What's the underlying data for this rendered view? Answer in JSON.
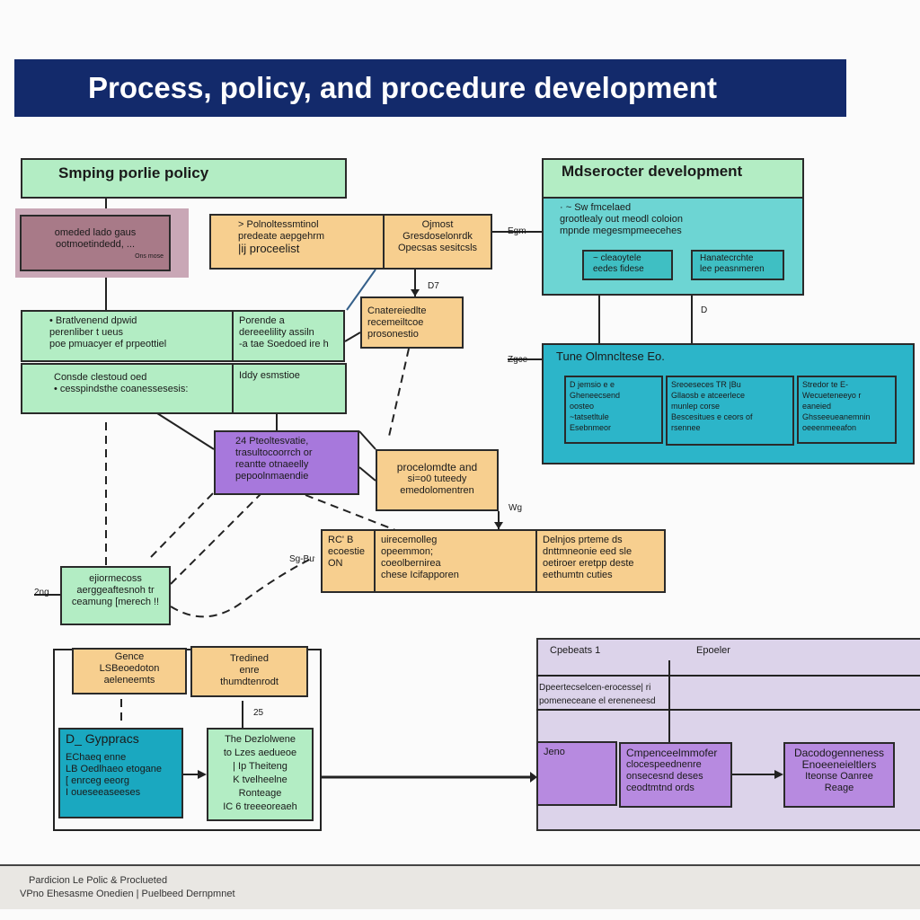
{
  "title": "Process, policy, and procedure development",
  "colors": {
    "title_bar": "#132a6b",
    "green": "#b3edc4",
    "orange": "#f7cf8f",
    "purple": "#a778dc",
    "teal": "#2cb5c9",
    "mauve": "#a87a88"
  },
  "boxes": {
    "policy_header": "Smping porlie policy",
    "mauve": [
      "omeded lado gaus",
      "ootmoetindedd, ...",
      "Ons mose"
    ],
    "orange_top_left": [
      "> Polnoltessmtinol",
      "predeate aepgehrm",
      "|ij proceelist"
    ],
    "orange_top_right": [
      "Ojmost",
      "Gresdoselonrdk",
      "Opecsas sesitcsls"
    ],
    "green_mid_left": [
      "• Bratlvenend dpwid",
      "perenliber t ueus",
      "poe pmuacyer ef prpeottiel"
    ],
    "green_mid_right": [
      "Porende a",
      "dereeelility assiln",
      "-a tae Soedoed ire h"
    ],
    "green_low_left": [
      "Consde clestoud oed",
      "• cesspindsthe coanessesesis:"
    ],
    "green_low_right": "Iddy esmstioe",
    "orange_small": [
      "Cnatereiedlte",
      "recemeiltcoe",
      "prosonestio"
    ],
    "purple_mid": [
      "24 Pteoltesvatie,",
      "trasultocoorrch or",
      "reantte otnaeelly",
      "pepoolnmaendie"
    ],
    "orange_mid": [
      "procelomdte and",
      "si=o0 tuteedy",
      "emedolomentren"
    ],
    "orange_wide_a": [
      "RC'  B",
      "ecoestie",
      "ON"
    ],
    "orange_wide_b": [
      "uirecemolleg",
      "opeemmon;",
      "coeolbernirea",
      "chese Icifapporen"
    ],
    "orange_wide_c": [
      "Delnjos prteme ds",
      "dnttmneonie eed sle",
      "oetiroer eretpp deste",
      "eethumtn cuties"
    ],
    "green_small": [
      "ejiormecoss",
      "aerggeaftesnoh tr",
      "ceamung [merech !!"
    ],
    "dev_header": "Mdserocter development",
    "dev_body": [
      "· ~ Sw fmcelaed",
      "grootlealy out meodl coloion",
      "mpnde megesmpmeecehes"
    ],
    "dev_inner": [
      [
        "~ cleaoytele",
        "eedes  fidese"
      ],
      [
        "Hanatecrchte",
        "lee peasnmeren"
      ]
    ],
    "teal_header": "Tune Olmncltese  Eo.",
    "teal_inner": [
      [
        "D jemsio e e",
        "Gheneecsend",
        "oosteo",
        "~tatsetltule",
        "Esebnmeor"
      ],
      [
        "Sreoeseces TR  |Bu",
        "Gllaosb e atceerlece",
        "munlep corse",
        "Bescesitues e ceors of",
        "rsennee"
      ],
      [
        "Stredor te E-",
        "Wecueteneeyo r",
        "eaneied",
        "Ghsseeueanemnin",
        "oeeenmeeafon"
      ]
    ],
    "bl_orange_1": [
      "Gence",
      "LSBeoedoton",
      "aeleneemts"
    ],
    "bl_orange_2": [
      "Tredined",
      "enre",
      "thumdtenrodt"
    ],
    "bl_teal": [
      "D_ Gyppracs",
      "EChaeq enne",
      "LB Oedlhaeo etogane",
      "[ enrceg eeorg",
      "I oueseeaseeses"
    ],
    "bl_green": [
      "The Dezlolwene",
      "to Lzes aedueoe",
      "| Ip Theiteng",
      "K tvelheelne",
      "Ronteage",
      "IC 6 treeeoreaeh"
    ],
    "purple_panel_header": [
      "Cpebeats  1",
      "Epoeler"
    ],
    "purple_panel_row": [
      "Dpeertecselcen-erocesse| ri",
      "pomeneceane el ereneneesd"
    ],
    "purple_panel_boxes": [
      [
        "Jeno"
      ],
      [
        "Cmpenceelmmofer",
        "clocespeednenre",
        "onsecesnd deses",
        "ceodtmtnd ords"
      ],
      [
        "Dacodogenneness",
        "Enoeeneieltlers",
        "Iteonse Oanree",
        "Reage"
      ]
    ]
  },
  "edge_labels": [
    "D7",
    "D",
    "Egm",
    "Zgce",
    "Wg",
    "Sg-Bu",
    "2ng",
    "25"
  ],
  "footer": {
    "line1": "Pardicion Le Polic & Proclueted",
    "line2": "VPno Ehesasme Onedien | Puelbeed Dernpmnet"
  }
}
